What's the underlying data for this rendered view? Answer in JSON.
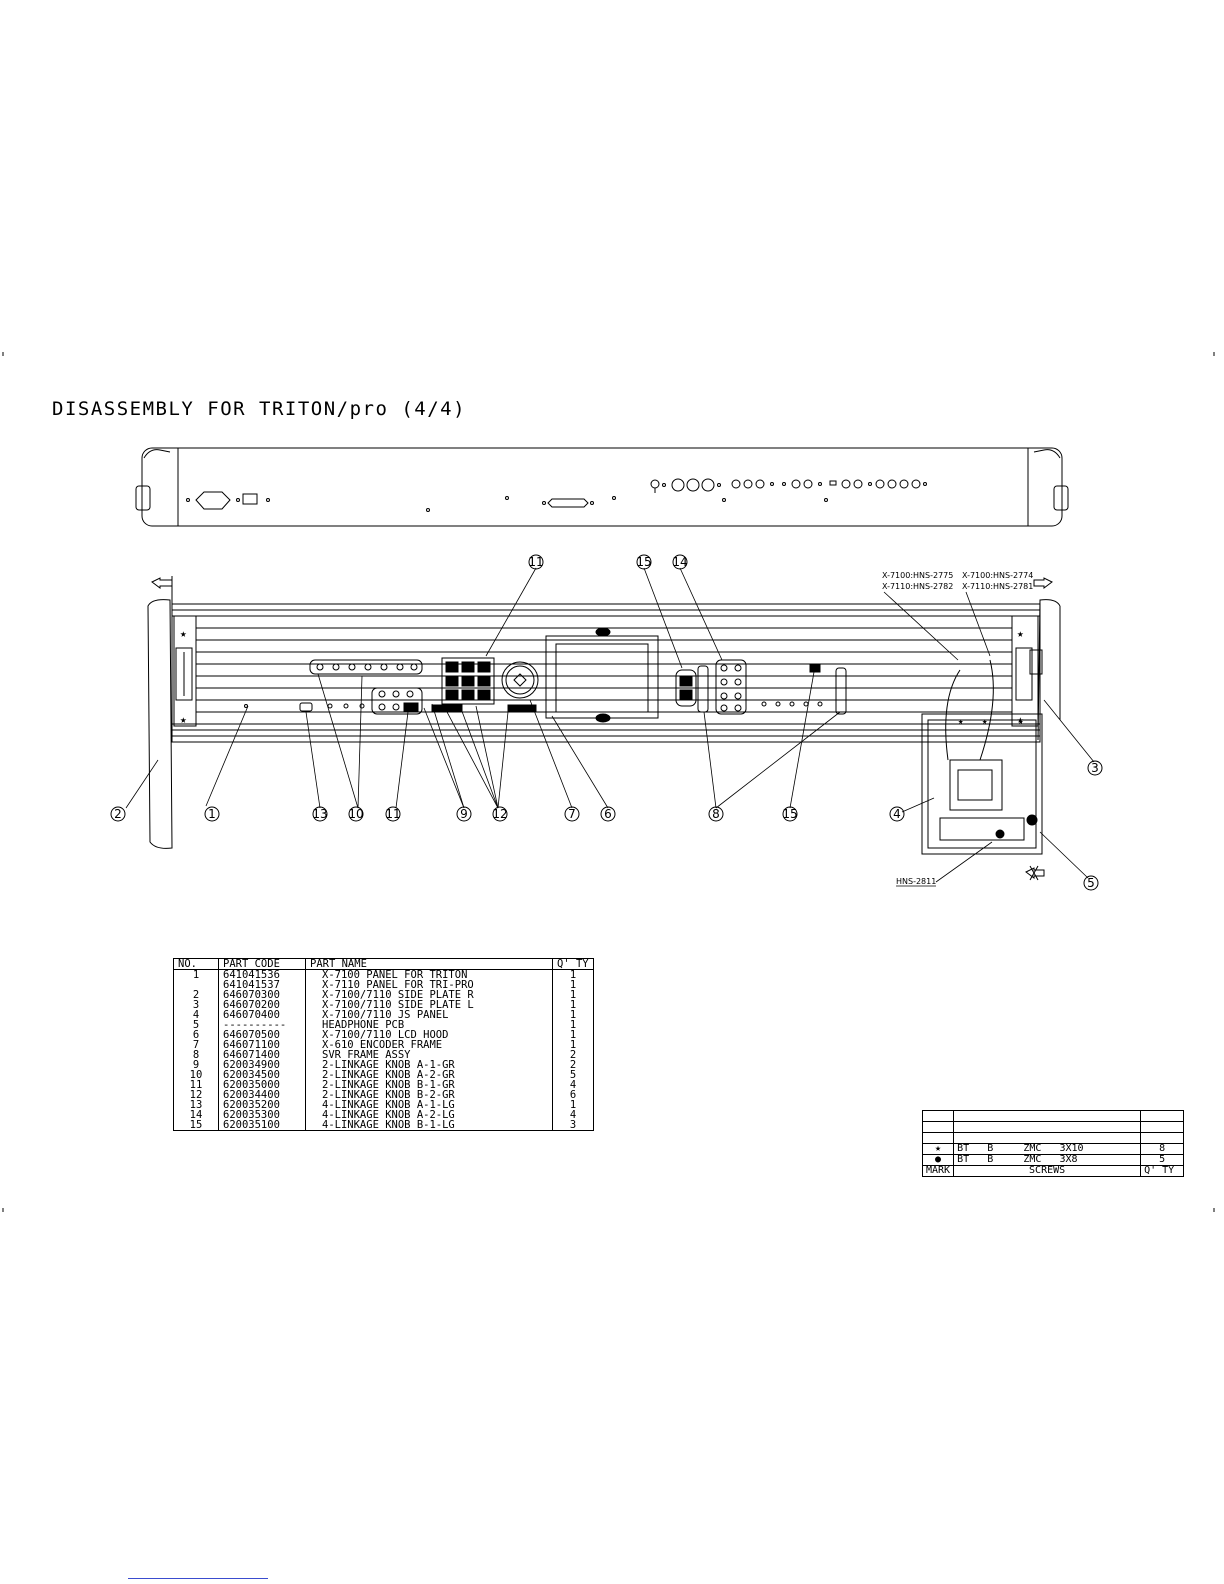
{
  "page": {
    "title": "DISASSEMBLY FOR TRITON/pro (4/4)"
  },
  "diagram": {
    "callouts": [
      "1",
      "2",
      "3",
      "4",
      "5",
      "6",
      "7",
      "8",
      "9",
      "10",
      "11",
      "11",
      "12",
      "13",
      "14",
      "15",
      "15"
    ],
    "labels": {
      "x7100_a": "X-7100:HNS-2775",
      "x7110_a": "X-7110:HNS-2782",
      "x7100_b": "X-7100:HNS-2774",
      "x7110_b": "X-7110:HNS-2781",
      "hns2811": "HNS-2811"
    }
  },
  "parts_table": {
    "headers": [
      "NO.",
      "PART CODE",
      "PART NAME",
      "Q' TY"
    ],
    "rows": [
      [
        "1",
        "641041536",
        "X-7100 PANEL FOR TRITON",
        "1"
      ],
      [
        "",
        "641041537",
        "X-7110 PANEL FOR TRI-PRO",
        "1"
      ],
      [
        "2",
        "646070300",
        "X-7100/7110 SIDE PLATE R",
        "1"
      ],
      [
        "3",
        "646070200",
        "X-7100/7110 SIDE PLATE L",
        "1"
      ],
      [
        "4",
        "646070400",
        "X-7100/7110 JS PANEL",
        "1"
      ],
      [
        "5",
        "----------",
        "HEADPHONE PCB",
        "1"
      ],
      [
        "6",
        "646070500",
        "X-7100/7110 LCD HOOD",
        "1"
      ],
      [
        "7",
        "646071100",
        "X-610 ENCODER FRAME",
        "1"
      ],
      [
        "8",
        "646071400",
        "SVR FRAME ASSY",
        "2"
      ],
      [
        "9",
        "620034900",
        "2-LINKAGE KNOB A-1-GR",
        "2"
      ],
      [
        "10",
        "620034500",
        "2-LINKAGE KNOB A-2-GR",
        "5"
      ],
      [
        "11",
        "620035000",
        "2-LINKAGE KNOB B-1-GR",
        "4"
      ],
      [
        "12",
        "620034400",
        "2-LINKAGE KNOB B-2-GR",
        "6"
      ],
      [
        "13",
        "620035200",
        "4-LINKAGE KNOB A-1-LG",
        "1"
      ],
      [
        "14",
        "620035300",
        "4-LINKAGE KNOB A-2-LG",
        "4"
      ],
      [
        "15",
        "620035100",
        "4-LINKAGE KNOB B-1-LG",
        "3"
      ]
    ]
  },
  "screws_table": {
    "rows": [
      {
        "mark": "★",
        "t1": "BT",
        "t2": "B",
        "t3": "ZMC",
        "size": "3X10",
        "qty": "8"
      },
      {
        "mark": "●",
        "t1": "BT",
        "t2": "B",
        "t3": "ZMC",
        "size": "3X8",
        "qty": "5"
      }
    ],
    "footer": {
      "mark": "MARK",
      "name": "SCREWS",
      "qty": "Q' TY"
    }
  }
}
